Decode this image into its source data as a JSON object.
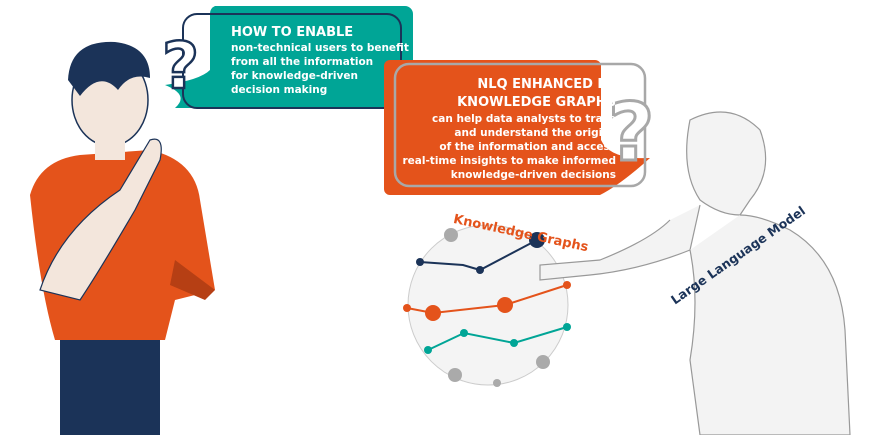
{
  "teal_bubble": {
    "title": "HOW TO ENABLE",
    "lines": [
      "non-technical users to benefit",
      "from all the information",
      "for knowledge-driven",
      "decision making"
    ]
  },
  "orange_bubble": {
    "title_lines": [
      "NLQ ENHANCED BY",
      "KNOWLEDGE GRAPHS"
    ],
    "lines": [
      "can help data analysts to trace",
      "and understand the origins",
      "of the information and access",
      "real-time insights to make informed",
      "knowledge-driven decisions"
    ]
  },
  "labels": {
    "knowledge_graphs": "Knowledge Graphs",
    "llm": "Large Language Model"
  },
  "colors": {
    "teal": "#00a596",
    "orange": "#e4531b",
    "navy": "#1b3358",
    "gray": "#a8a8a8"
  }
}
